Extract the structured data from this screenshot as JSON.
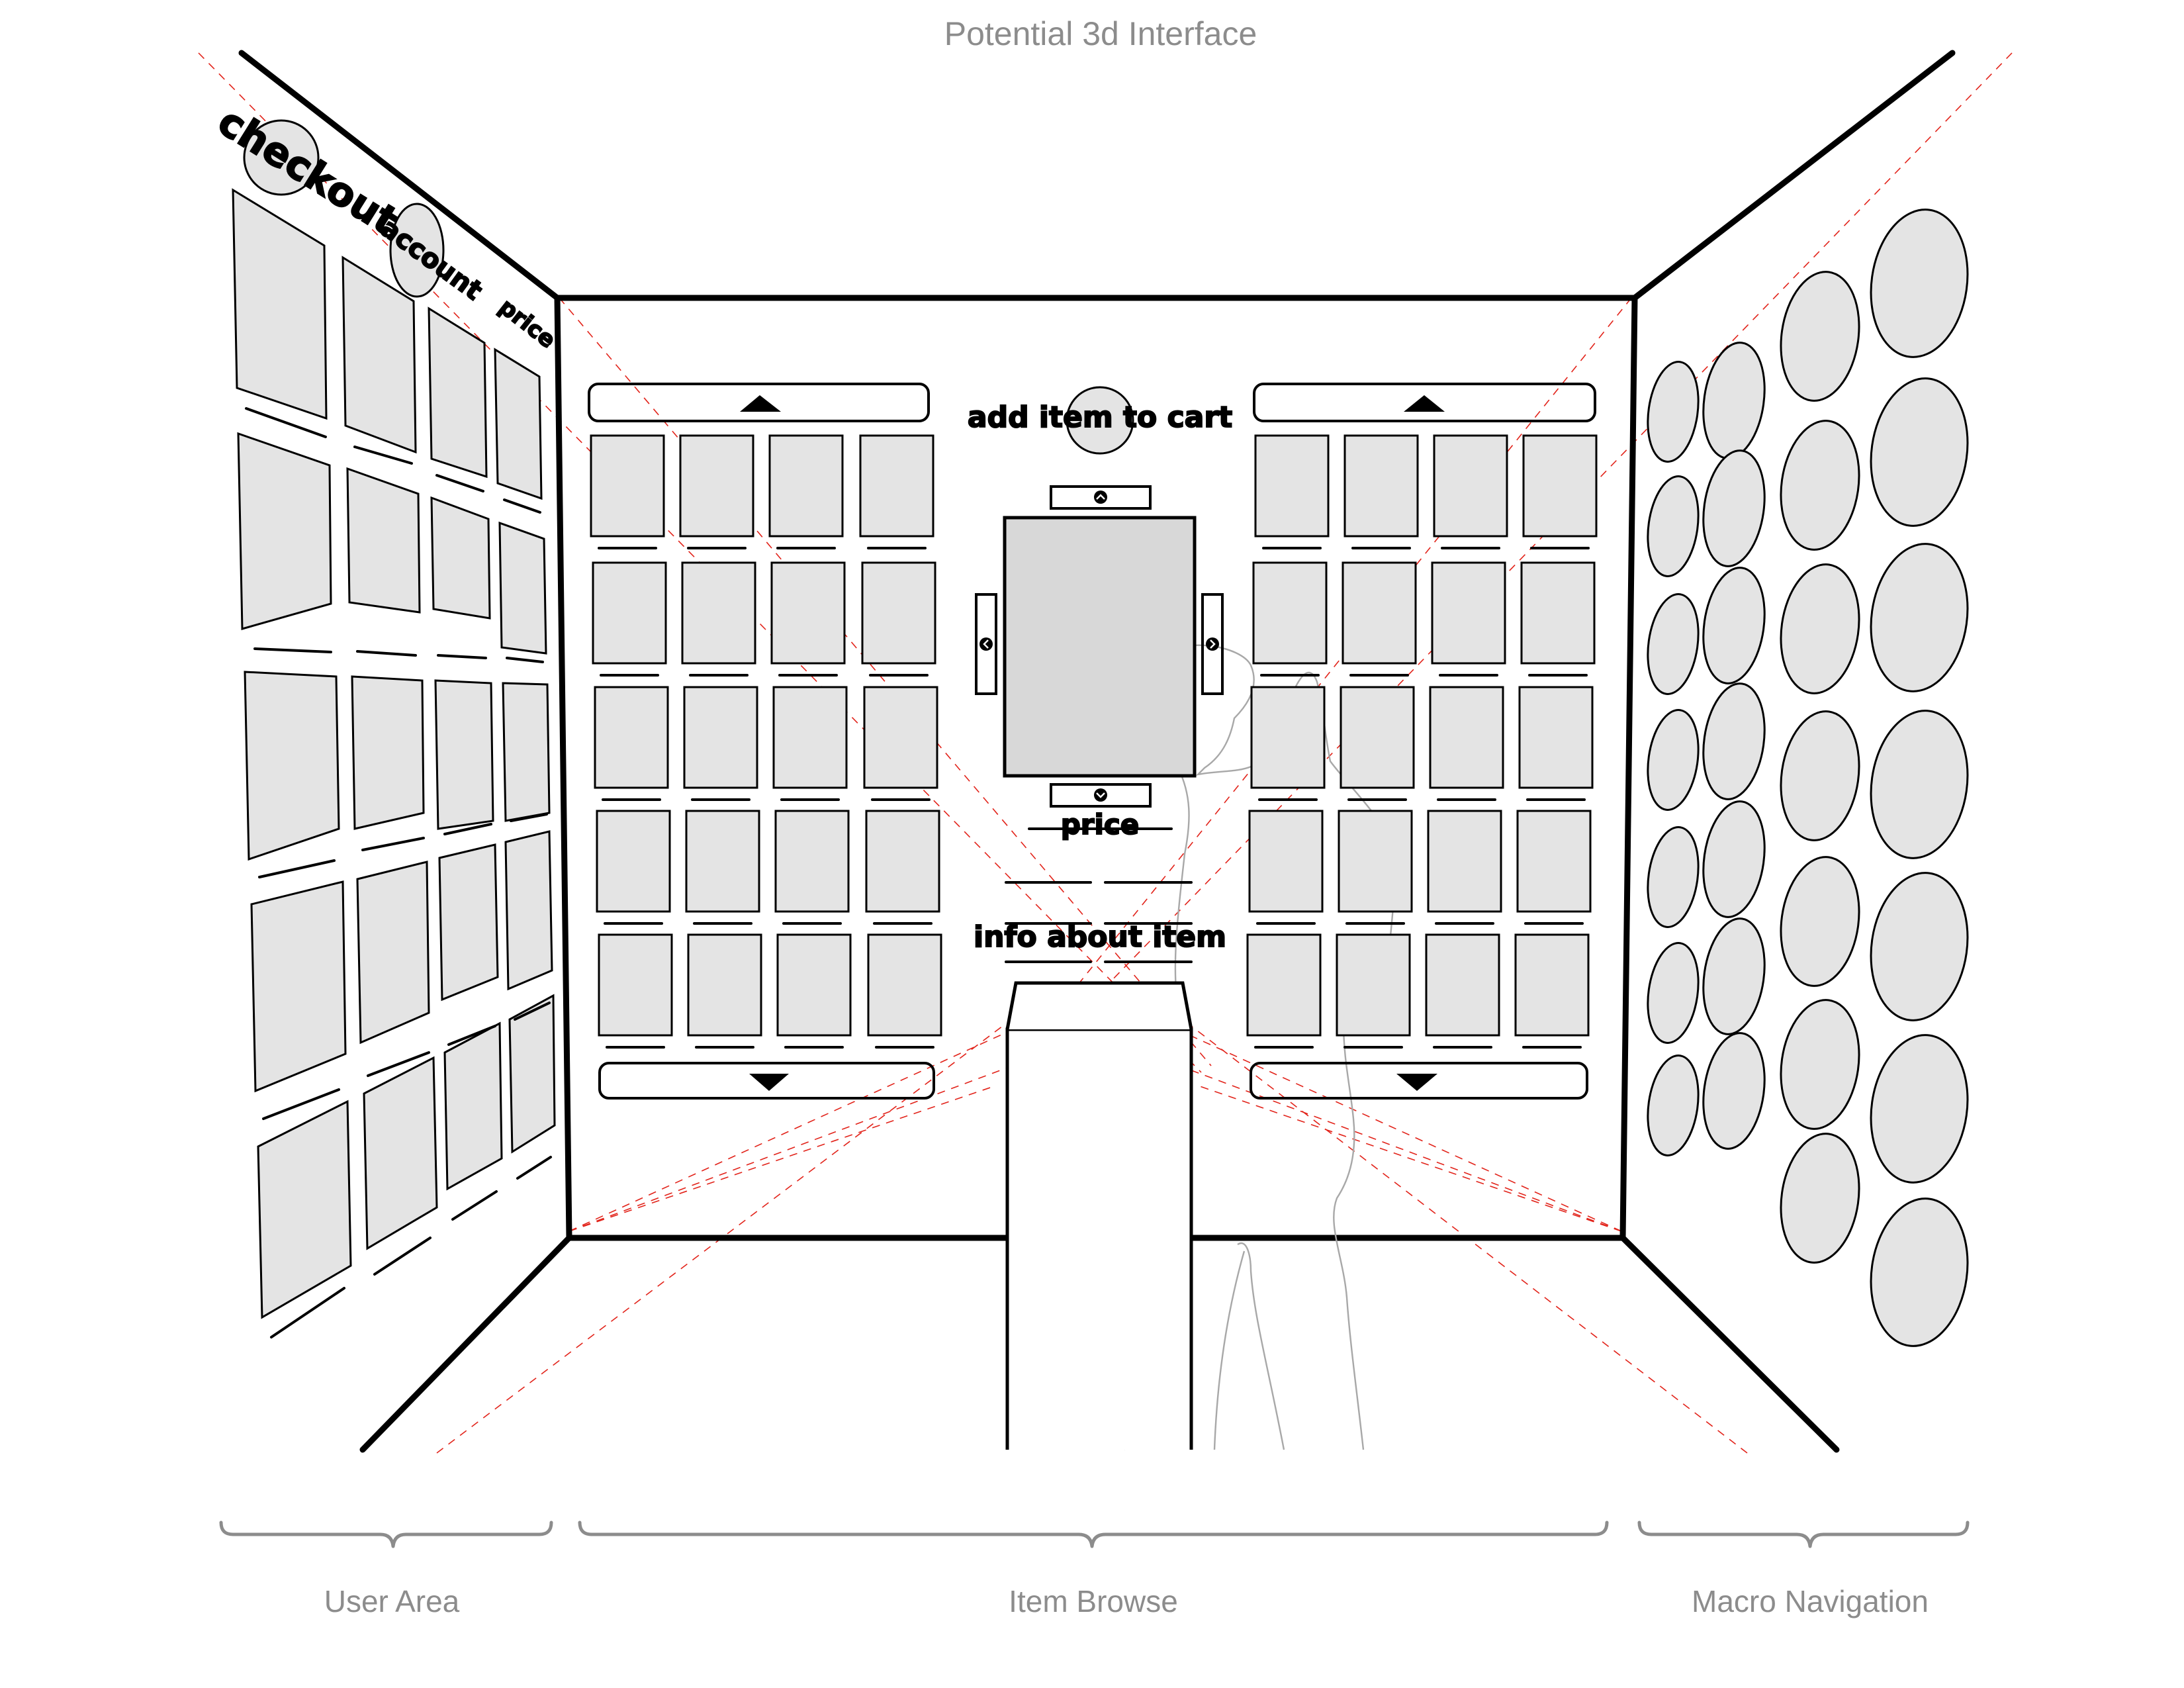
{
  "title": "Potential 3d Interface",
  "left_wall": {
    "checkout_label": "checkout",
    "account_label": "account",
    "price_label": "price"
  },
  "center": {
    "add_to_cart_label": "add item to cart",
    "price_label": "price",
    "info_label": "info about item"
  },
  "sections": [
    {
      "label": "User Area"
    },
    {
      "label": "Item Browse"
    },
    {
      "label": "Macro Navigation"
    }
  ],
  "icons": {
    "scroll_up": "triangle-up-icon",
    "scroll_down": "triangle-down-icon",
    "nav_left": "chevron-left-icon",
    "nav_right": "chevron-right-icon"
  }
}
